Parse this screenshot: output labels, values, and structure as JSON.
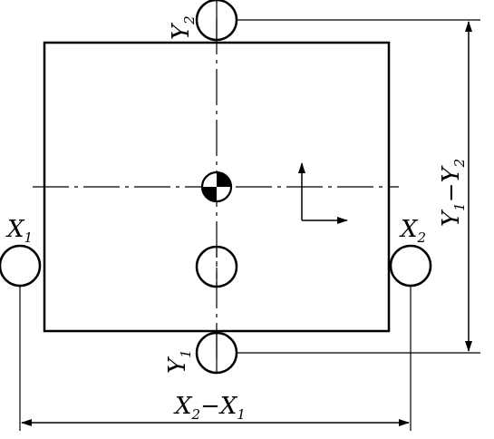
{
  "labels": {
    "x1": {
      "main": "X",
      "sub": "1"
    },
    "x2": {
      "main": "X",
      "sub": "2"
    },
    "y1": {
      "main": "Y",
      "sub": "1"
    },
    "y2": {
      "main": "Y",
      "sub": "2"
    },
    "dim_horizontal": {
      "a": "X",
      "a_sub": "2",
      "op": "−",
      "b": "X",
      "b_sub": "1"
    },
    "dim_vertical": {
      "a": "Y",
      "a_sub": "1",
      "op": "−",
      "b": "Y",
      "b_sub": "2"
    }
  },
  "colors": {
    "ink": "#000000",
    "background": "#ffffff"
  }
}
